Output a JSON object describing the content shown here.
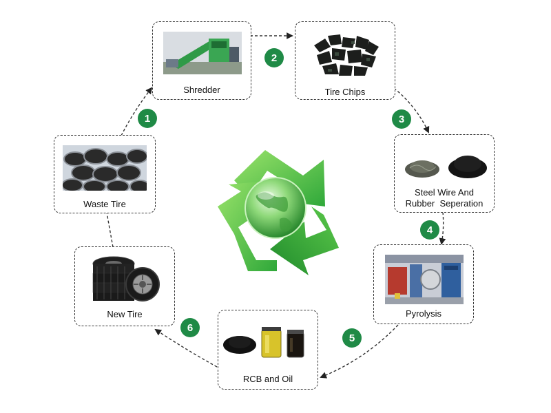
{
  "colors": {
    "badge": "#1f8a46",
    "arrow": "#333333",
    "recycle_light": "#7ddb4f",
    "recycle_dark": "#2ea33a"
  },
  "steps": [
    {
      "number": "1",
      "label": "Waste Tire"
    },
    {
      "number": "2",
      "label": "Shredder"
    },
    {
      "number": "3",
      "label": "Tire Chips"
    },
    {
      "number": "4",
      "label_line1": "Steel Wire And",
      "label_line2": "Rubber  Seperation"
    },
    {
      "number": "5",
      "label": "Pyrolysis"
    },
    {
      "number": "6",
      "label": "RCB and Oil"
    },
    {
      "label": "New Tire"
    }
  ],
  "center_icon": "recycle-globe-icon"
}
